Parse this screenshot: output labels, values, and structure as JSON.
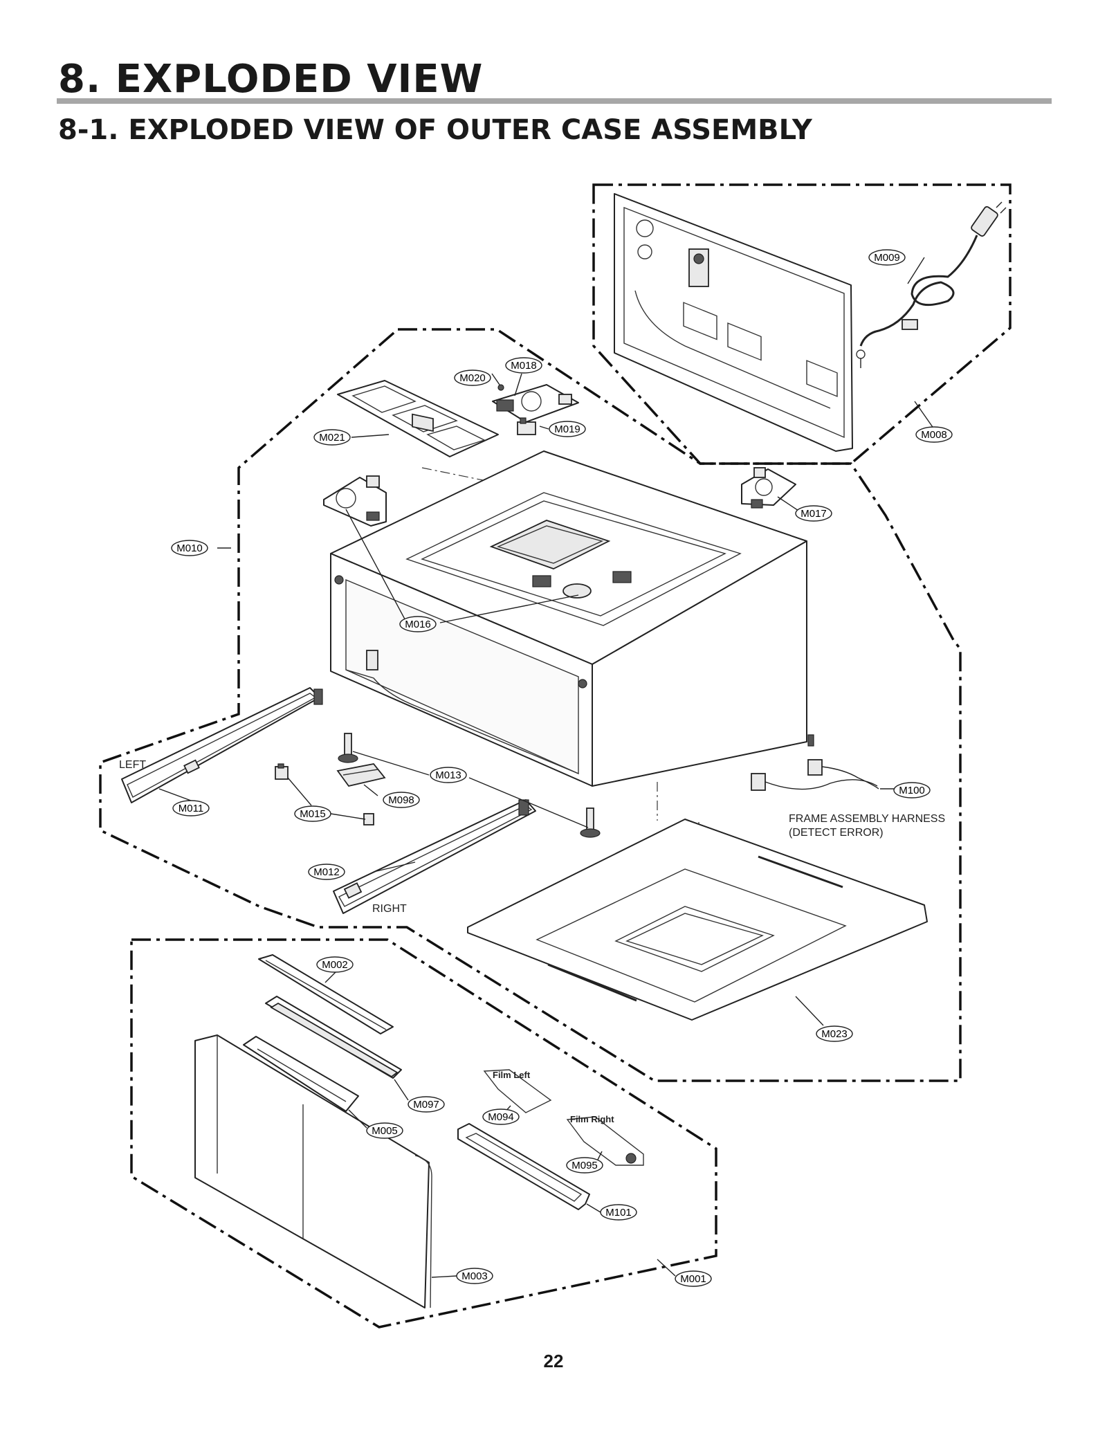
{
  "page": {
    "title": "8. EXPLODED VIEW",
    "subtitle": "8-1. EXPLODED VIEW OF OUTER CASE ASSEMBLY",
    "page_number": "22"
  },
  "parts": [
    {
      "id": "M001"
    },
    {
      "id": "M002"
    },
    {
      "id": "M003"
    },
    {
      "id": "M005"
    },
    {
      "id": "M008"
    },
    {
      "id": "M009"
    },
    {
      "id": "M010"
    },
    {
      "id": "M011"
    },
    {
      "id": "M012"
    },
    {
      "id": "M013"
    },
    {
      "id": "M015"
    },
    {
      "id": "M016"
    },
    {
      "id": "M017"
    },
    {
      "id": "M018"
    },
    {
      "id": "M019"
    },
    {
      "id": "M020"
    },
    {
      "id": "M021"
    },
    {
      "id": "M023"
    },
    {
      "id": "M094"
    },
    {
      "id": "M095"
    },
    {
      "id": "M097"
    },
    {
      "id": "M098"
    },
    {
      "id": "M100"
    },
    {
      "id": "M101"
    }
  ],
  "labels": {
    "left": "LEFT",
    "right": "RIGHT",
    "harness_line1": "FRAME ASSEMBLY HARNESS",
    "harness_line2": "(DETECT ERROR)",
    "film_left": "Film Left",
    "film_right": "Film Right"
  }
}
